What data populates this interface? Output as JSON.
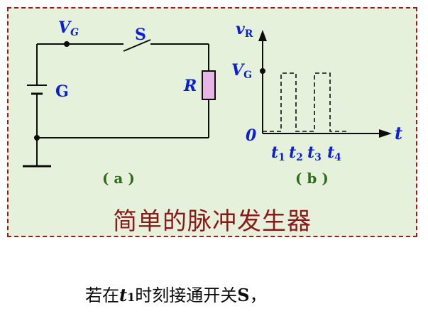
{
  "circuit": {
    "vg_label_main": "V",
    "vg_label_sub": "G",
    "switch_label": "S",
    "battery_label": "G",
    "resistor_label": "R",
    "panel_label": "( a )"
  },
  "graph": {
    "vr_label_main": "v",
    "vr_label_sub": "R",
    "vg_label_main": "V",
    "vg_label_sub": "G",
    "origin_label": "0",
    "t_axis_label": "t",
    "t_labels": [
      {
        "main": "t",
        "sub": "1"
      },
      {
        "main": "t",
        "sub": "2"
      },
      {
        "main": "t",
        "sub": "3"
      },
      {
        "main": "t",
        "sub": "4"
      }
    ],
    "panel_label": "( b )"
  },
  "figure": {
    "caption": "简单的脉冲发生器"
  },
  "footer": {
    "prefix": "若在",
    "t_main": "t",
    "t_sub": "1",
    "middle": "时刻接通开关",
    "switch": "S",
    "suffix": "，"
  },
  "colors": {
    "line": "#0d0d0d",
    "blue_text": "#0b1fd6",
    "green_text": "#2f6b1a",
    "caption": "#8a1a1a",
    "resistor_fill": "#e7b6e4",
    "panel_bg": "#e6f1dc",
    "border": "#9b1b1b"
  }
}
